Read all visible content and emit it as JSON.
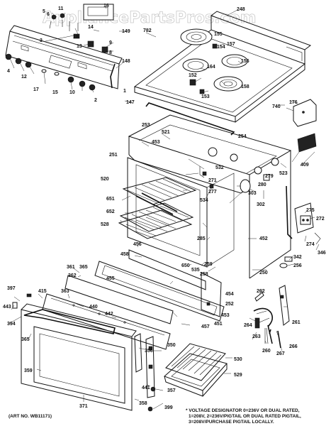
{
  "watermark": "AppliancePartsPros.com",
  "art_no": "(ART NO. WB11171)",
  "footnote": [
    "* VOLTAGE DESIGNATOR 0=236V OR DUAL RATED,",
    "1=208V, 2=236V/PIGTAIL OR DUAL RATED PIGTAIL,",
    "3=208V/PURCHASE PIGTAIL LOCALLY."
  ],
  "parts": {
    "p5": "5",
    "p6": "6",
    "p11": "11",
    "p16": "16",
    "p148": "148",
    "p14": "14",
    "p149": "149",
    "p18": "18",
    "p13": "13",
    "p9": "9",
    "p3": "3",
    "p8": "8",
    "p4": "4",
    "p12": "12",
    "p17": "17",
    "p15": "15",
    "p10": "10",
    "p2": "2",
    "p1": "1",
    "p147": "147",
    "p782": "782",
    "p155": "155",
    "p154": "154",
    "p157": "157",
    "p156": "156",
    "p152": "152",
    "p153": "153",
    "p158": "158",
    "p248": "248",
    "p164": "164",
    "p740": "740",
    "p176": "176",
    "p409": "409",
    "p253": "253",
    "p521": "521",
    "p254": "254",
    "p453": "453",
    "p251": "251",
    "p532": "532",
    "p279": "279",
    "p523": "523",
    "p303": "303",
    "p280": "280",
    "p302": "302",
    "p520": "520",
    "p277": "277",
    "p271": "271",
    "p651": "651",
    "p534": "534",
    "p652": "652",
    "p528": "528",
    "p285": "285",
    "p452": "452",
    "p275": "275",
    "p272": "272",
    "p274": "274",
    "p346": "346",
    "p342": "342",
    "p256": "256",
    "p456": "456",
    "p458": "458",
    "p259": "259",
    "p650": "650",
    "p535": "535",
    "p258": "258",
    "p250": "250",
    "p361": "361",
    "p365": "365",
    "p362": "362",
    "p455": "455",
    "p397": "397",
    "p415": "415",
    "p363": "363",
    "p454": "454",
    "p252": "252",
    "p262": "262",
    "p453b": "453",
    "p440": "440",
    "p442": "442",
    "p443": "443",
    "p451": "451",
    "p457": "457",
    "p394": "394",
    "p264": "264",
    "p263": "263",
    "p261": "261",
    "p260": "260",
    "p267": "267",
    "p266": "266",
    "p365b": "365",
    "p356": "356",
    "p350": "350",
    "p530": "530",
    "p359": "359",
    "p529": "529",
    "p441": "441",
    "p357": "357",
    "p371": "371",
    "p358": "358",
    "p399": "399"
  }
}
